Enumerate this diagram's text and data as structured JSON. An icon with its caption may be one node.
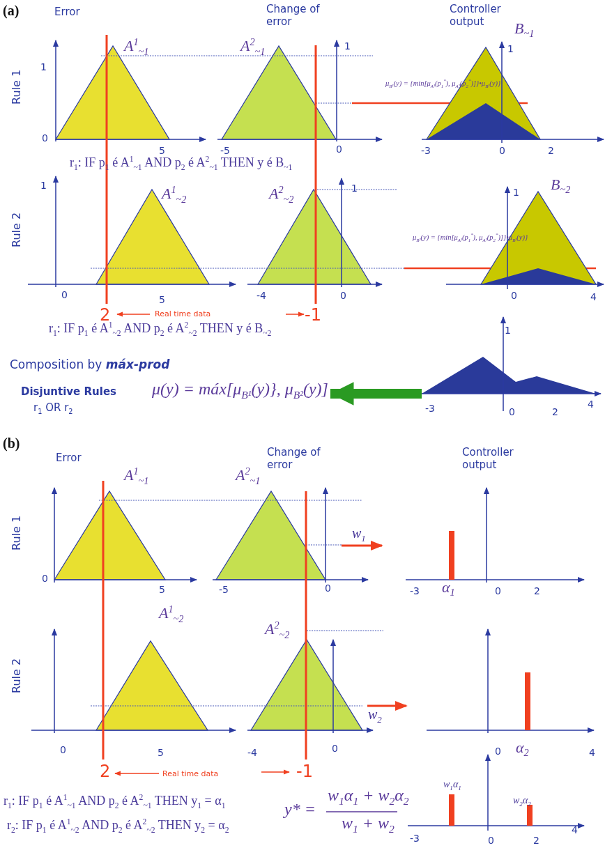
{
  "diagram": {
    "nodes": [
      {
        "text": [
          "μ(y) = máx[μ$_{B¹}$(y)}, μ$_{B²}$(y)]"
        ]
      },
      {
        "text": [],
        "shape": "picture"
      }
    ],
    "edges": [
      {
        "from": 1,
        "to": 0,
        "arrow": "to"
      }
    ],
    "labels": [
      "(a)",
      "Error",
      "Change of error",
      "Controller output",
      "B$_{~1}$",
      "1",
      "A$^{1}$$_{~1}$",
      "A$^{2}$$_{~1}$",
      "1",
      "1",
      "Rule 1",
      "μ$_{B¹}$(y) = {min[μ$_{A¹}$(p$_{1}$$^{*}$), μ$_{A²}$(p$_{2}$$^{*}$)]}•μ$_{B¹}$(y)}",
      "0",
      "5",
      "-5",
      "0",
      "-3",
      "0",
      "2",
      "r$_{1}$: IF p$_{1}$ é A$^{1}$$_{~1}$ AND p$_{2}$ é A$^{2}$$_{~1}$ THEN y é B$_{~1}$",
      "1",
      "A$^{1}$$_{~2}$",
      "A$^{2}$$_{~2}$",
      "1",
      "B$_{~2}$",
      "1",
      "Rule 2",
      "μ$_{B²}$(y) = {min[μ$_{A¹}$(p$_{1}$$^{*}$), μ$_{A²}$(p$_{2}$$^{*}$)]}•μ$_{B²}$(y)}",
      "0",
      "5",
      "-4",
      "0",
      "0",
      "4",
      "2",
      "Real time data",
      "-1",
      "r$_{1}$: IF p$_{1}$ é A$^{1}$$_{~2}$ AND p$_{2}$ é A$^{2}$$_{~2}$ THEN y é B$_{~2}$",
      "1",
      "Composition by **máx-prod**",
      "Disjuntive Rules",
      "r$_{1}$ OR r$_{2}$",
      "-3",
      "0",
      "2",
      "4",
      "(b)",
      "Error",
      "Change of error",
      "Controller output",
      "A$^{1}$$_{~1}$",
      "A$^{2}$$_{~1}$",
      "Rule 1",
      "w$_{1}$",
      "0",
      "5",
      "-5",
      "0",
      "-3",
      "α$_{1}$",
      "0",
      "2",
      "A$^{1}$$_{~2}$",
      "A$^{2}$$_{~2}$",
      "Rule 2",
      "w$_{2}$",
      "0",
      "5",
      "-4",
      "0",
      "0",
      "α$_{2}$",
      "4",
      "2",
      "Real time data",
      "-1",
      "r$_{1}$: IF p$_{1}$ é A$^{1}$$_{~1}$ AND p$_{2}$ é A$^{2}$$_{~1}$ THEN y$_{1}$ = α$_{1}$",
      "r$_{2}$: IF p$_{1}$ é A$^{1}$$_{~2}$ AND p$_{2}$ é A$^{2}$$_{~2}$ THEN y$_{2}$ = α$_{2}$",
      "y* =",
      "w$_{1}$α$_{1}$ + w$_{2}$α$_{2}$",
      "w$_{1}$ + w$_{2}$",
      "w$_{1}$α$_{1}$",
      "w$_{2}$α$_{2}$",
      "-3",
      "0",
      "2",
      "4"
    ]
  }
}
